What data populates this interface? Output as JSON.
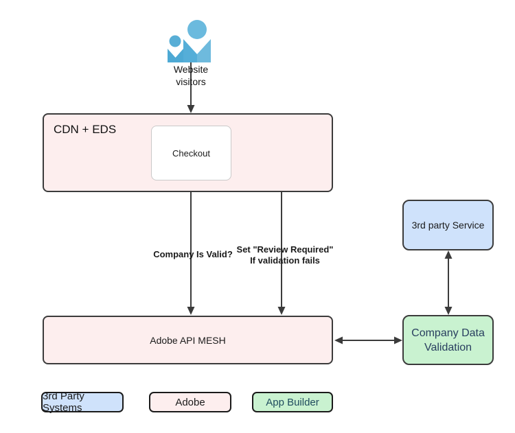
{
  "visitors": {
    "icon": "website-visitors-icon",
    "line1": "Website",
    "line2": "visitors"
  },
  "cdn": {
    "title": "CDN + EDS",
    "checkout": "Checkout"
  },
  "edges": {
    "company_valid": "Company Is Valid?",
    "review_line1": "Set \"Review Required\"",
    "review_line2": "If validation fails"
  },
  "mesh": {
    "label": "Adobe API MESH"
  },
  "service": {
    "label": "3rd party Service"
  },
  "validation": {
    "line1": "Company Data",
    "line2": "Validation"
  },
  "legend": {
    "third_party": "3rd Party Systems",
    "adobe": "Adobe",
    "app_builder": "App Builder"
  },
  "colors": {
    "adobe_pink": "#fdeeee",
    "third_party_blue": "#cfe2fb",
    "app_builder_green": "#c9f2d0",
    "node_border": "#3b3b3b",
    "arrow": "#3b3b3b",
    "icon_blue": "#55aed8",
    "icon_blue_light": "#6bbade",
    "validation_text": "#283e5f",
    "app_builder_text": "#1f4b5e"
  }
}
